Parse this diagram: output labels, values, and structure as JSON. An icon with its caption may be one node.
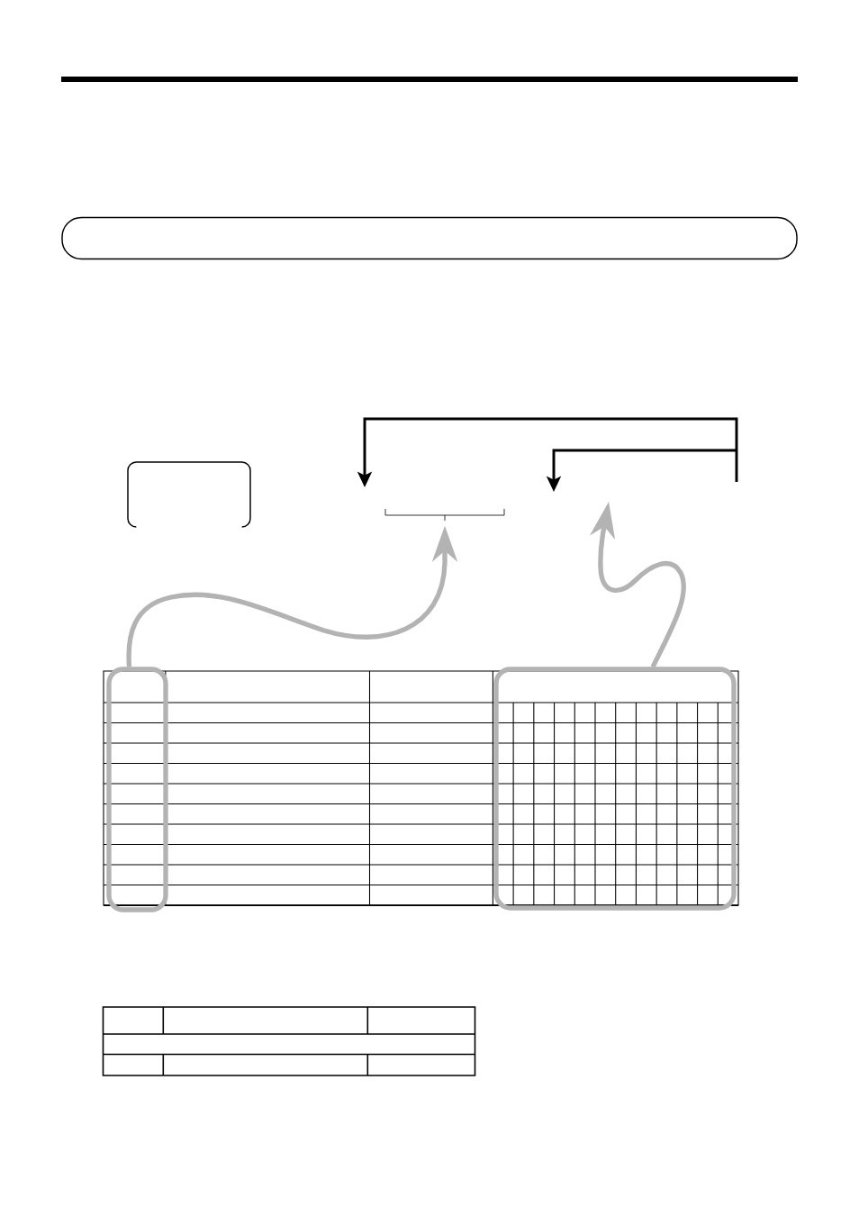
{
  "diagram": {
    "nodes": [
      {
        "text": [],
        "shape": "box"
      },
      {
        "text": [],
        "shape": "bracket"
      },
      {
        "text": [],
        "shape": "box"
      },
      {
        "text": [],
        "shape": "box"
      }
    ],
    "edges": [
      {
        "from": 2,
        "to": 1,
        "arrow": "to",
        "color": "#b3b3b3"
      },
      {
        "from": 3,
        "to": null,
        "arrow": "to",
        "color": "#b3b3b3"
      }
    ]
  }
}
